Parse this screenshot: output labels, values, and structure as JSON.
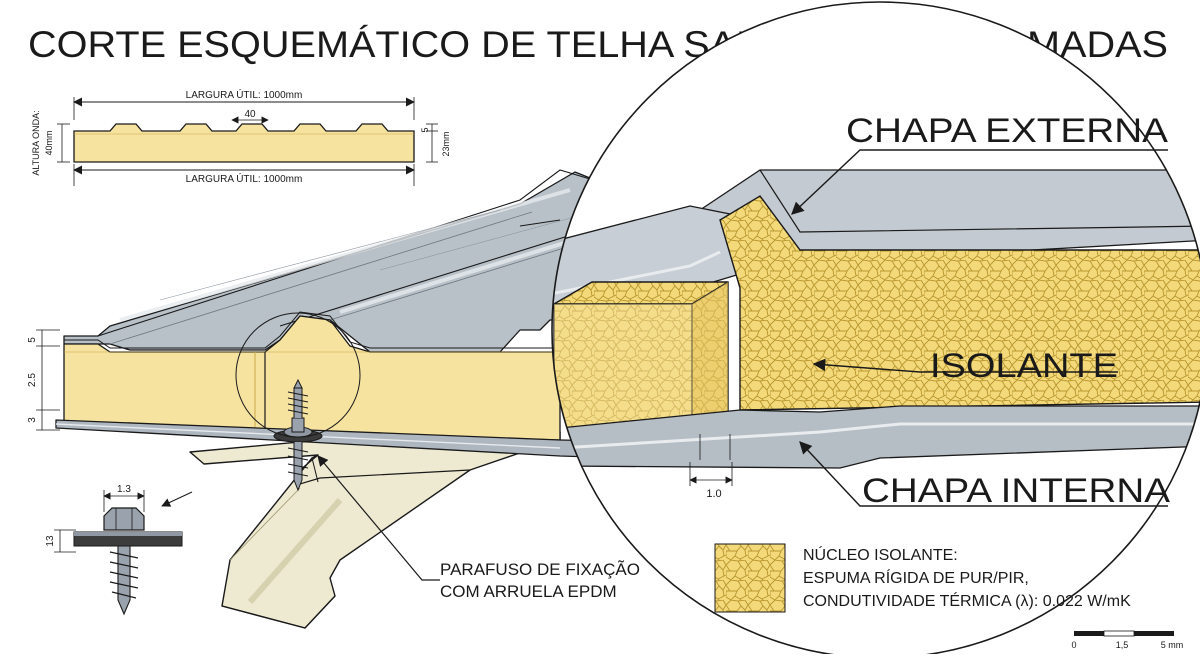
{
  "title": "CORTE ESQUEMÁTICO DE TELHA SANDUÍCHE: 3 CAMADAS",
  "profile": {
    "width_top": "LARGURA ÚTIL: 1000mm",
    "width_bottom": "LARGURA ÚTIL: 1000mm",
    "rib_width": "40",
    "wave_height_label": "ALTURA ONDA:",
    "wave_height_value": "40mm",
    "right_top": "5",
    "right_total": "23mm"
  },
  "left_dims": [
    "5",
    "2.5",
    "3"
  ],
  "labels": {
    "chapa_externa": "CHAPA EXTERNA",
    "isolante": "ISOLANTE",
    "chapa_interna": "CHAPA INTERNA",
    "internal_thickness": "1.0"
  },
  "screw": {
    "head_width": "1.3",
    "height": "13",
    "caption_line1": "PARAFUSO DE FIXAÇÃO",
    "caption_line2": "COM ARRUELA EPDM"
  },
  "legend": {
    "line1": "NÚCLEO ISOLANTE:",
    "line2": "ESPUMA RÍGIDA DE PUR/PIR,",
    "line3": "CONDUTIVIDADE TÉRMICA (λ): 0.022 W/mK"
  },
  "scale": {
    "ticks": [
      "0",
      "1,5",
      "5 mm"
    ]
  },
  "colors": {
    "foam": "#f6e3a0",
    "foam_dark": "#e7c766",
    "metal": "#aeb6bf",
    "metal_light": "#d3d8de",
    "beam": "#eeead2",
    "ink": "#1a1a1a"
  }
}
